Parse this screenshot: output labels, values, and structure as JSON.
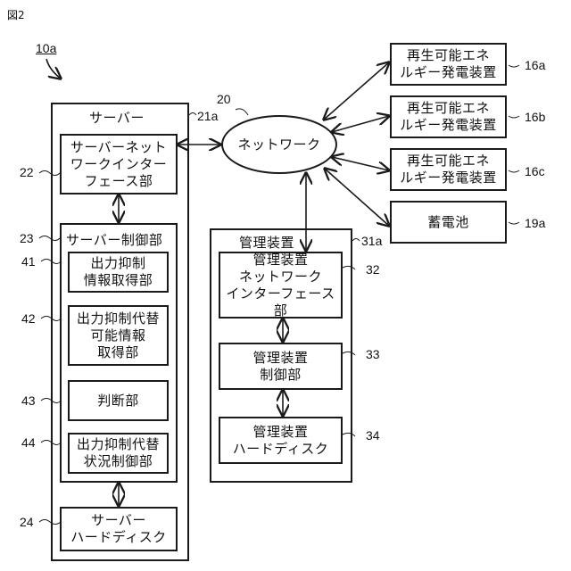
{
  "figure_label": "図2",
  "diagram_ref": "10a",
  "network": {
    "label": "ネットワーク",
    "ref": "20"
  },
  "server": {
    "title": "サーバー",
    "ref": "21a",
    "interface": {
      "label": "サーバーネット\nワークインター\nフェース部",
      "ref": "22"
    },
    "control": {
      "title": "サーバー制御部",
      "ref": "23",
      "units": [
        {
          "label": "出力抑制\n情報取得部",
          "ref": "41"
        },
        {
          "label": "出力抑制代替\n可能情報\n取得部",
          "ref": "42"
        },
        {
          "label": "判断部",
          "ref": "43"
        },
        {
          "label": "出力抑制代替\n状況制御部",
          "ref": "44"
        }
      ]
    },
    "hard_disk": {
      "label": "サーバー\nハードディスク",
      "ref": "24"
    }
  },
  "management": {
    "title": "管理装置",
    "ref": "31a",
    "interface": {
      "label": "管理装置\nネットワーク\nインターフェース部",
      "ref": "32"
    },
    "control": {
      "label": "管理装置\n制御部",
      "ref": "33"
    },
    "hard_disk": {
      "label": "管理装置\nハードディスク",
      "ref": "34"
    }
  },
  "devices": [
    {
      "label": "再生可能エネ\nルギー発電装置",
      "ref": "16a"
    },
    {
      "label": "再生可能エネ\nルギー発電装置",
      "ref": "16b"
    },
    {
      "label": "再生可能エネ\nルギー発電装置",
      "ref": "16c"
    },
    {
      "label": "蓄電池",
      "ref": "19a"
    }
  ]
}
